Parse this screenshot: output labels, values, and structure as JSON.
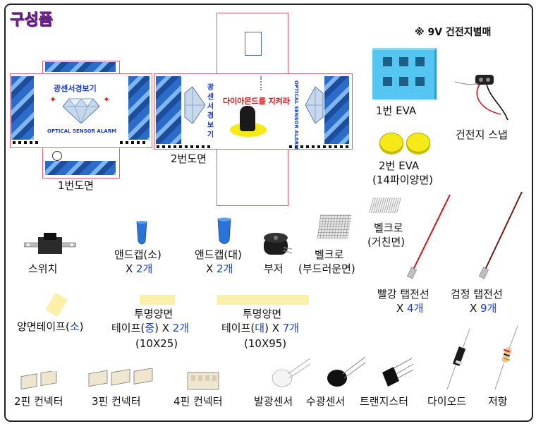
{
  "title": "구성품",
  "note": "※ 9V 건전지별매",
  "net1": {
    "label": "1번도면",
    "brand": "광센서경보기",
    "caption": "OPTICAL SENSOR ALARM"
  },
  "net2": {
    "label": "2번도면",
    "vertical_left": "광 센 서 경 보 기",
    "caption_red": "다이아몬드를 지켜라",
    "vertical_right": "OPTICAL SENSOR ALARM"
  },
  "parts": {
    "eva1": "1번 EVA",
    "eva2_line1": "2번 EVA",
    "eva2_line2": "(14파이양면)",
    "snap": "건전지 스냅",
    "switch": "스위치",
    "cap_small_name": "앤드캡(소)",
    "cap_small_qty_prefix": "X ",
    "cap_small_qty": "2개",
    "cap_big_name": "앤드캡(대)",
    "cap_big_qty_prefix": "X ",
    "cap_big_qty": "2개",
    "buzzer": "부저",
    "velcro_soft": "벨크로",
    "velcro_soft2": "(부드러운면)",
    "velcro_rough": "벨크로",
    "velcro_rough2": "(거친면)",
    "red_wire_name": "빨강 탭전선",
    "red_wire_qty_prefix": "X ",
    "red_wire_qty": "4개",
    "black_wire_name": "검정 탭전선",
    "black_wire_qty_prefix": "X ",
    "black_wire_qty": "9개",
    "tape_small_prefix": "양면테이프(",
    "tape_small_size": "소",
    "tape_small_suffix": ")",
    "tape_mid_line1": "투명양면",
    "tape_mid_prefix": "테이프(",
    "tape_mid_size": "중",
    "tape_mid_mid": ") X ",
    "tape_mid_qty": "2개",
    "tape_mid_dim": "(10X25)",
    "tape_big_line1": "투명양면",
    "tape_big_prefix": "테이프(",
    "tape_big_size": "대",
    "tape_big_mid": ") X ",
    "tape_big_qty": "7개",
    "tape_big_dim": "(10X95)",
    "conn2": "2핀 컨넥터",
    "conn3": "3핀 컨넥터",
    "conn4": "4핀 컨넥터",
    "led": "발광센서",
    "receiver": "수광센서",
    "transistor": "트랜지스터",
    "diode": "다이오드",
    "resistor": "저항"
  },
  "colors": {
    "title": "#b23ad6",
    "qty": "#1a3fd0",
    "eva1": "#55c6f2",
    "eva2": "#f5ea18",
    "net_outline": "#e06070"
  }
}
